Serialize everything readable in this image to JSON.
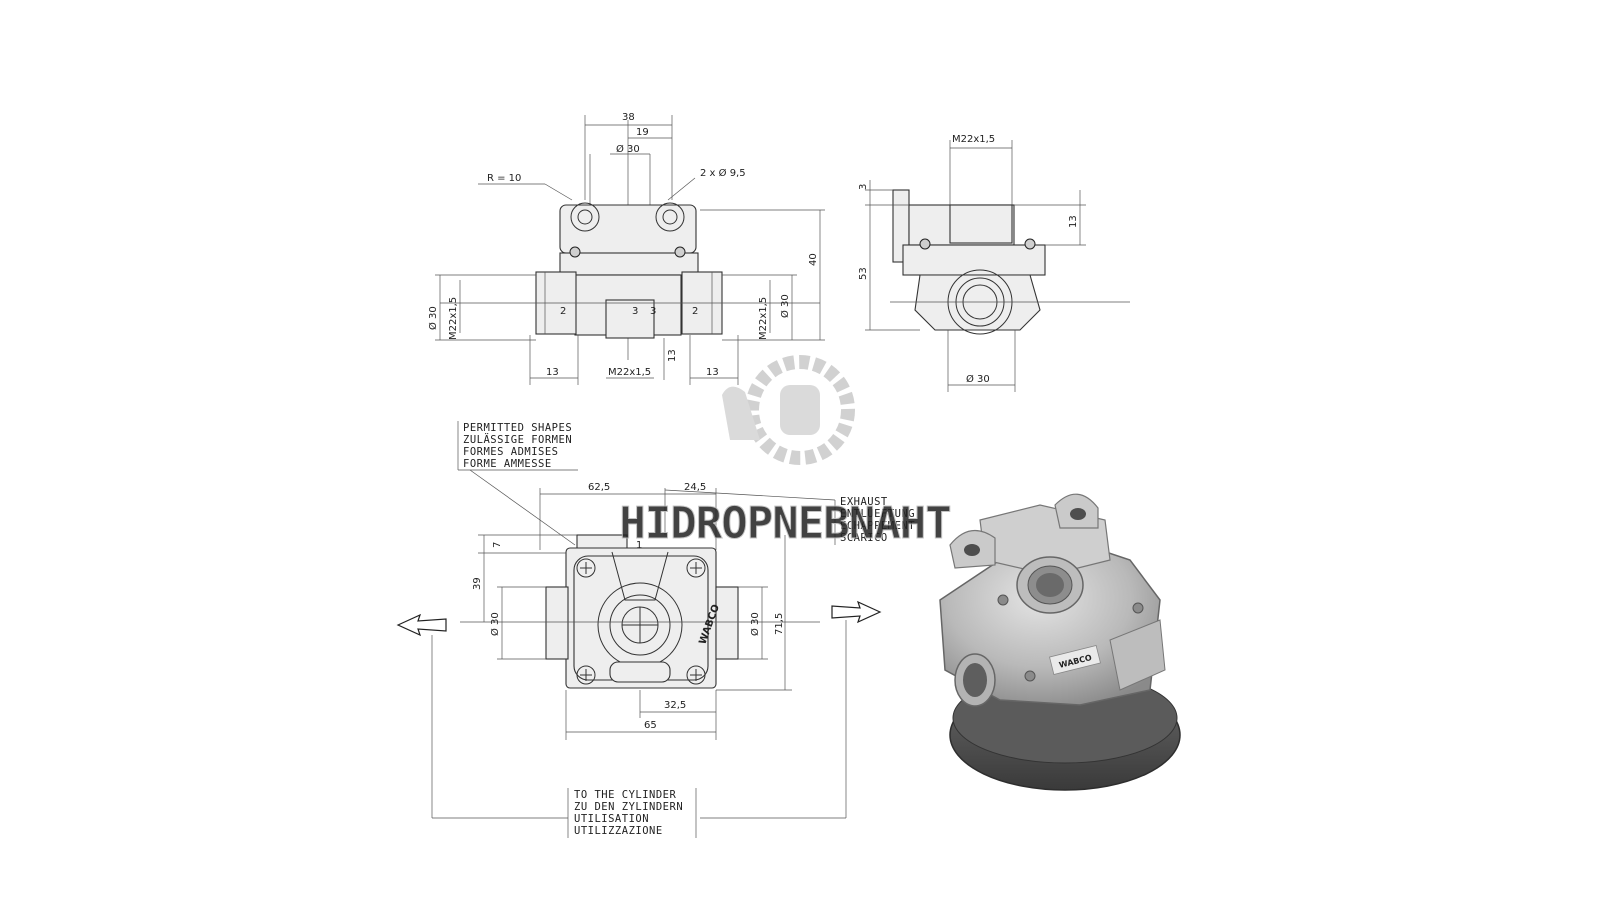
{
  "colors": {
    "ink": "#222222",
    "watermark": "#c9c9c9",
    "metal_light": "#d8d8d8",
    "metal_dark": "#5a5a5a"
  },
  "watermark": {
    "text": "HIDROPNEBNAHT"
  },
  "view_front": {
    "dim_38": "38",
    "dim_19": "19",
    "dim_d30_top": "Ø 30",
    "dim_holes": "2 x Ø 9,5",
    "dim_radius": "R = 10",
    "dim_d30_left": "Ø 30",
    "dim_thread_left": "M22x1,5",
    "dim_thread_right": "M22x1,5",
    "dim_d30_right": "Ø 30",
    "dim_40": "40",
    "dim_13_left": "13",
    "dim_13_right": "13",
    "dim_13_bottom": "13",
    "dim_thread_bottom": "M22x1,5",
    "port_2_left": "2",
    "port_2_right": "2",
    "port_3_a": "3",
    "port_3_b": "3"
  },
  "view_side": {
    "dim_thread_top": "M22x1,5",
    "dim_3": "3",
    "dim_53": "53",
    "dim_13": "13",
    "dim_d30": "Ø 30"
  },
  "view_top": {
    "permitted_shapes": [
      "PERMITTED SHAPES",
      "ZULÄSSIGE FORMEN",
      "FORMES ADMISES",
      "FORME AMMESSE"
    ],
    "exhaust": [
      "EXHAUST",
      "ENTLUEFTUNG",
      "ECHAPPEMENT",
      "SCARICO"
    ],
    "to_cylinder": [
      "TO THE CYLINDER",
      "ZU DEN ZYLINDERN",
      "UTILISATION",
      "UTILIZZAZIONE"
    ],
    "dim_62_5": "62,5",
    "dim_24_5": "24,5",
    "dim_7": "7",
    "dim_39": "39",
    "dim_d30_left": "Ø 30",
    "dim_d30_right": "Ø 30",
    "dim_71_5": "71,5",
    "dim_32_5": "32,5",
    "dim_65": "65",
    "port_1": "1",
    "brand": "WABCO"
  },
  "photo": {
    "label": "WABCO"
  }
}
